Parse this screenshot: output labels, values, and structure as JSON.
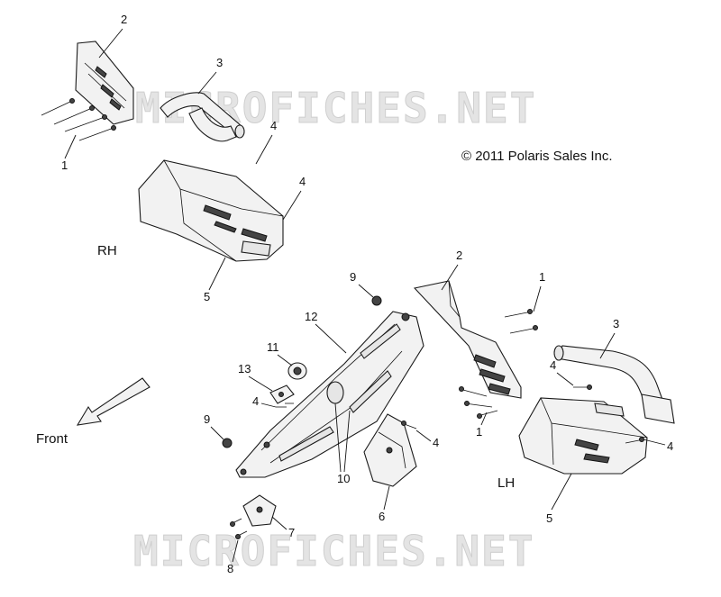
{
  "watermark": {
    "top": "MICROFICHES.NET",
    "bottom": "MICROFICHES.NET"
  },
  "copyright": "© 2011 Polaris Sales Inc.",
  "side_labels": {
    "rh": "RH",
    "lh": "LH"
  },
  "front_label": "Front",
  "callouts": {
    "rh_2": "2",
    "rh_3": "3",
    "rh_1": "1",
    "rh_4a": "4",
    "rh_4b": "4",
    "rh_5": "5",
    "c_9a": "9",
    "c_12": "12",
    "c_11": "11",
    "c_13": "13",
    "c_4": "4",
    "c_9b": "9",
    "c_10": "10",
    "c_7": "7",
    "c_8": "8",
    "c_6": "6",
    "c_4b": "4",
    "lh_2": "2",
    "lh_1a": "1",
    "lh_3": "3",
    "lh_4a": "4",
    "lh_4b": "4",
    "lh_1b": "1",
    "lh_5": "5"
  }
}
